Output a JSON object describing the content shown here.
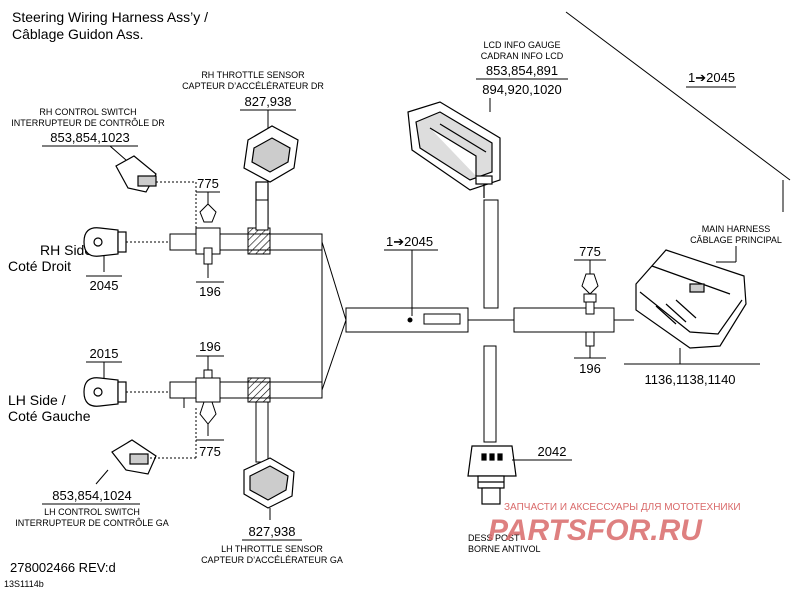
{
  "title": {
    "line1": "Steering Wiring Harness Ass’y /",
    "line2": "Câblage Guidon Ass."
  },
  "footer": {
    "doc_number": "278002466 REV:d",
    "figure_code": "13S1114b"
  },
  "top_right_ref": "1➔2045",
  "center_ref": "1➔2045",
  "lcd_gauge": {
    "name_en": "LCD INFO GAUGE",
    "name_fr": "CADRAN INFO LCD",
    "parts_line1": "853,854,891",
    "parts_line2": "894,920,1020"
  },
  "rh_throttle": {
    "name_en": "RH THROTTLE SENSOR",
    "name_fr": "CAPTEUR D’ACCÉLÉRATEUR DR",
    "parts": "827,938"
  },
  "rh_control_switch": {
    "name_en": "RH CONTROL SWITCH",
    "name_fr": "INTERRUPTEUR DE CONTRÔLE DR",
    "parts": "853,854,1023"
  },
  "rh_side": {
    "line1": "RH Side /",
    "line2": "Coté Droit",
    "part": "2045"
  },
  "lh_side": {
    "line1": "LH Side /",
    "line2": "Coté Gauche",
    "part": "2015"
  },
  "lh_control_switch": {
    "name_en": "LH CONTROL SWITCH",
    "name_fr": "INTERRUPTEUR DE CONTRÔLE GA",
    "parts": "853,854,1024"
  },
  "lh_throttle": {
    "name_en": "LH THROTTLE SENSOR",
    "name_fr": "CAPTEUR D’ACCÉLÉRATEUR GA",
    "parts": "827,938"
  },
  "main_harness": {
    "name_en": "MAIN HARNESS",
    "name_fr": "CÂBLAGE PRINCIPAL",
    "parts": "1136,1138,1140"
  },
  "dess_post": {
    "name_en": "DESS POST",
    "name_fr": "BORNE ANTIVOL",
    "part": "2042"
  },
  "callouts": {
    "rh_cap": "775",
    "rh_clip": "196",
    "lh_clip": "196",
    "lh_cap": "775",
    "right_cap": "775",
    "right_clip": "196"
  },
  "watermark": {
    "text": "ЗАПЧАСТИ И АКСЕССУАРЫ ДЛЯ МОТОТЕХНИКИ",
    "logo": "PARTSFOR.RU"
  },
  "colors": {
    "line": "#000000",
    "watermark": "#d96a6a"
  }
}
